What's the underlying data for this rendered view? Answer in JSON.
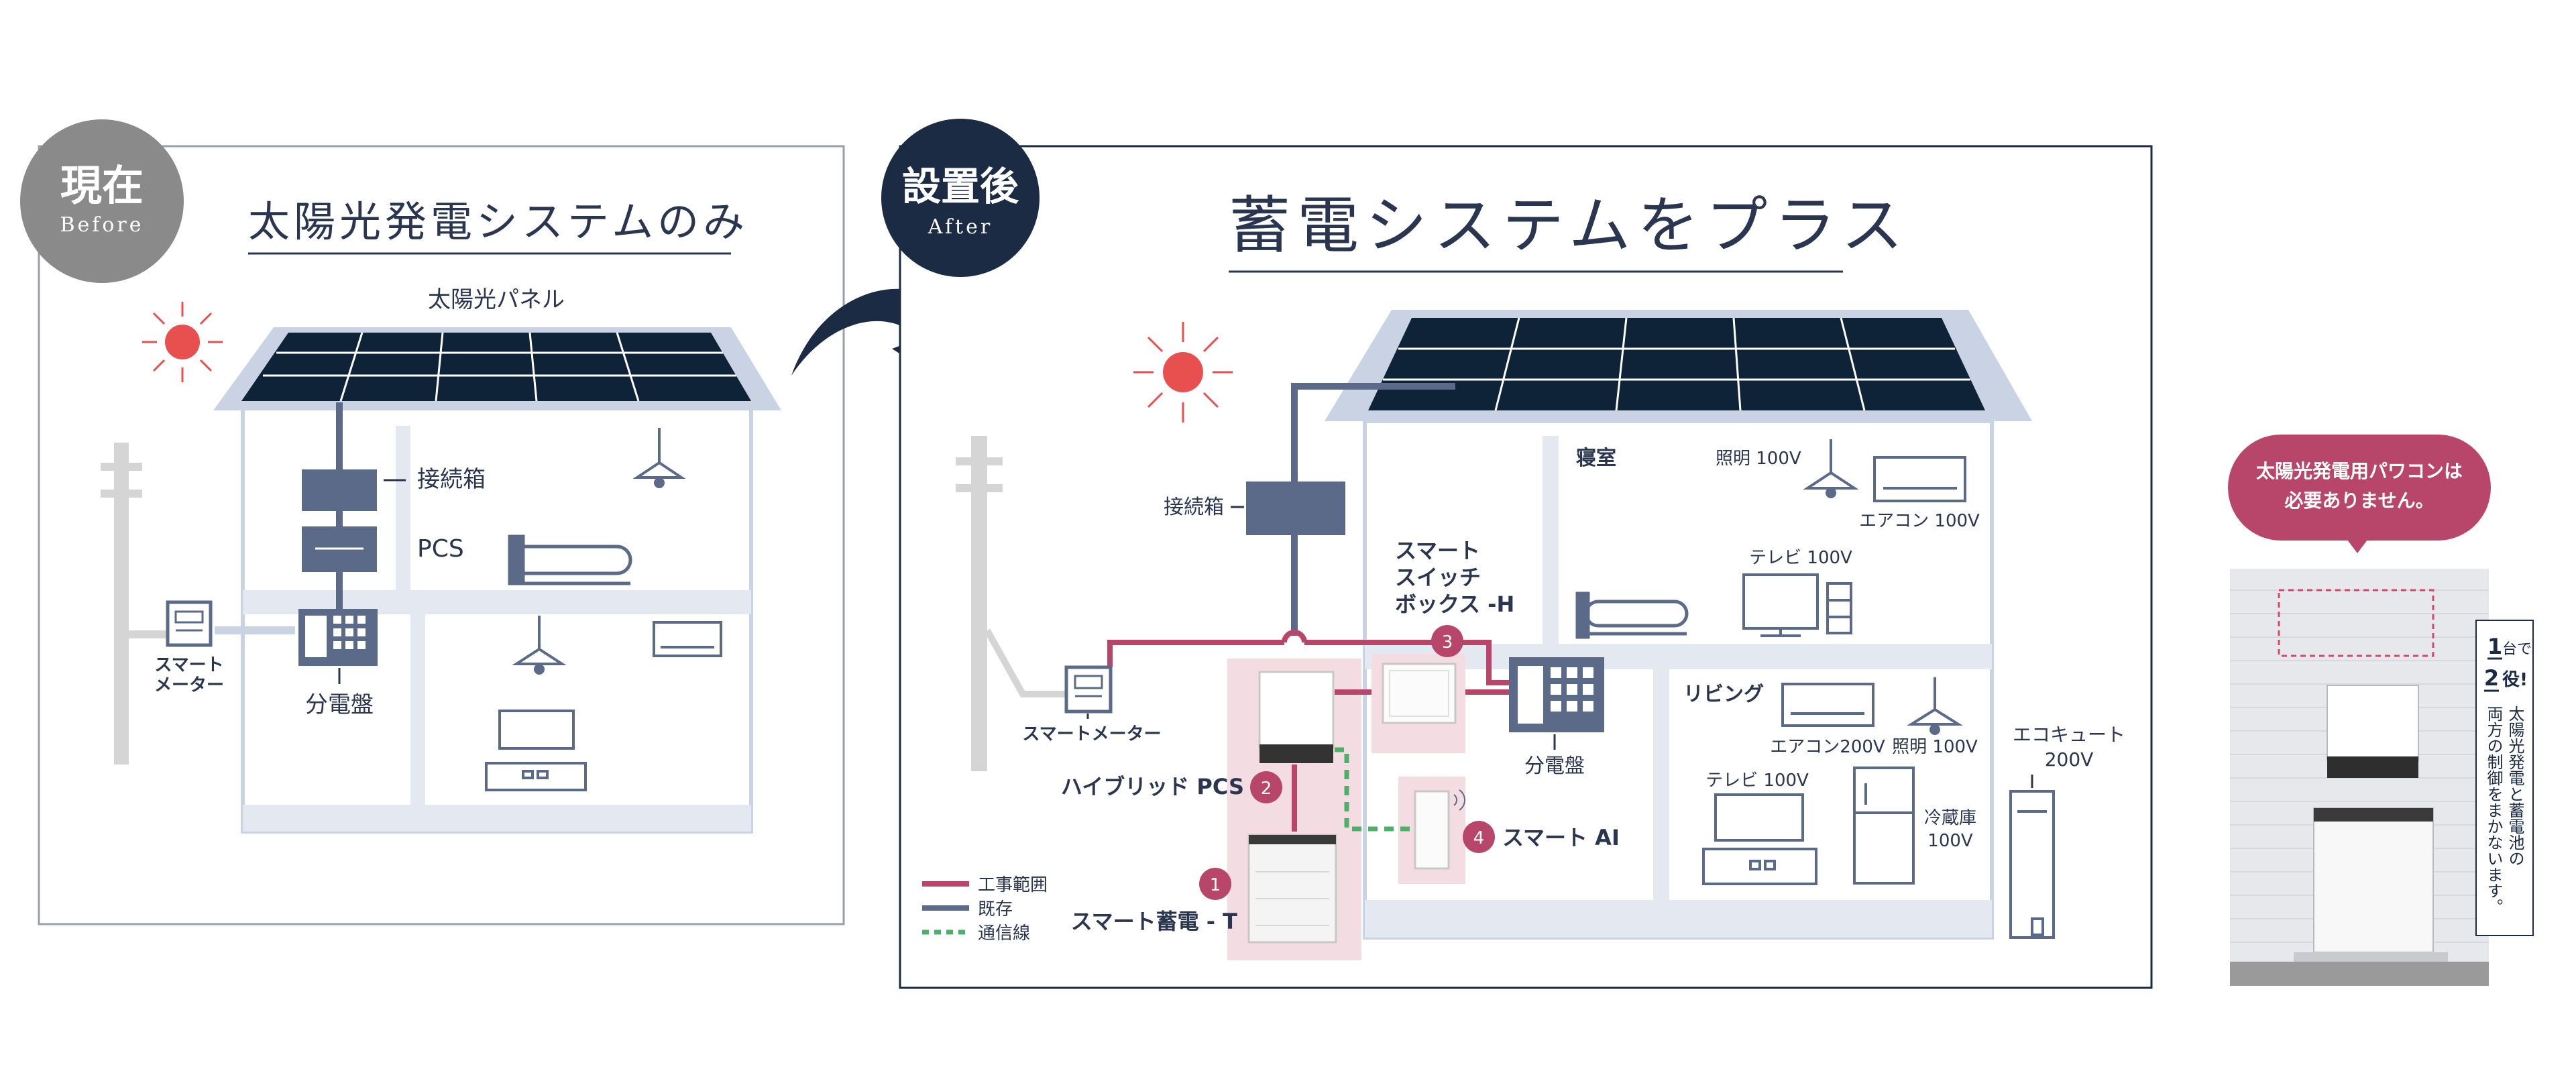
{
  "before": {
    "badge_main": "現在",
    "badge_sub": "Before",
    "title": "太陽光発電システムのみ",
    "solar_panel_label": "太陽光パネル",
    "junction_box": "接続箱",
    "pcs": "PCS",
    "smart_meter_line1": "スマート",
    "smart_meter_line2": "メーター",
    "distribution_board": "分電盤"
  },
  "after": {
    "badge_main": "設置後",
    "badge_sub": "After",
    "title": "蓄電システムをプラス",
    "junction_box": "接続箱",
    "smart_meter": "スマートメーター",
    "switch_box_line1": "スマート",
    "switch_box_line2": "スイッチ",
    "switch_box_line3": "ボックス -H",
    "hybrid_pcs": "ハイブリッド PCS",
    "smart_battery": "スマート蓄電 - T",
    "smart_ai": "スマート AI",
    "distribution_board": "分電盤",
    "bedroom": "寝室",
    "lighting_bedroom": "照明 100V",
    "aircon_bedroom": "エアコン 100V",
    "tv_bedroom": "テレビ 100V",
    "living": "リビング",
    "aircon_living": "エアコン200V",
    "lighting_living": "照明 100V",
    "tv_living": "テレビ 100V",
    "fridge_line1": "冷蔵庫",
    "fridge_line2": "100V",
    "ecocute_line1": "エコキュート",
    "ecocute_line2": "200V",
    "numbers": [
      "1",
      "2",
      "3",
      "4"
    ],
    "legend": [
      {
        "label": "工事範囲",
        "color": "#b8466a"
      },
      {
        "label": "既存",
        "color": "#5a6a88"
      },
      {
        "label": "通信線",
        "color": "#4db06a"
      }
    ]
  },
  "photo": {
    "bubble_line1": "太陽光発電用パワコンは",
    "bubble_line2": "必要ありません。",
    "tag_top_num": "1",
    "tag_top_suffix": "台で",
    "tag_mid_num": "2",
    "tag_mid_suffix": "役!",
    "tag_vertical_col1": "太陽光発電と蓄電池の",
    "tag_vertical_col2": "両方の制御をまかないます。"
  },
  "colors": {
    "navy": "#1c2b44",
    "gray_badge": "#8a8a8a",
    "panel_navy": "#0e2238",
    "roof_light": "#c9d3e3",
    "existing": "#5a6a88",
    "construction": "#b8466a",
    "communication": "#4db06a",
    "sun": "#e85050"
  }
}
